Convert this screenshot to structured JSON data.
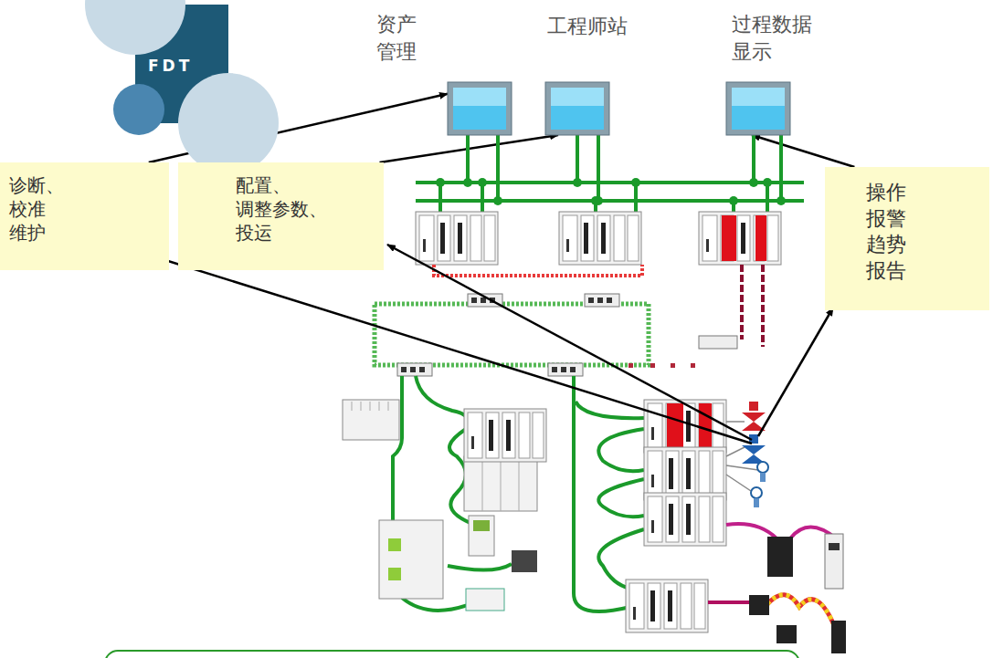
{
  "diagram": {
    "nodes": [
      {
        "text": [
          "资产 管理"
        ]
      },
      {
        "text": [
          "工程师站"
        ]
      },
      {
        "text": [
          "过程数据 显示"
        ]
      },
      {
        "text": [
          "诊断、 校准 维护"
        ]
      },
      {
        "text": [
          "配置、 调整参数、 投运"
        ]
      },
      {
        "text": [
          "操作 报警 趋势 报告"
        ]
      }
    ],
    "edges": [
      {
        "from": 3,
        "to": 0,
        "arrow": "to"
      },
      {
        "from": 4,
        "to": 1,
        "arrow": "to"
      },
      {
        "from": 5,
        "to": 2,
        "arrow": "to"
      }
    ],
    "labels": [
      "FDT"
    ]
  }
}
